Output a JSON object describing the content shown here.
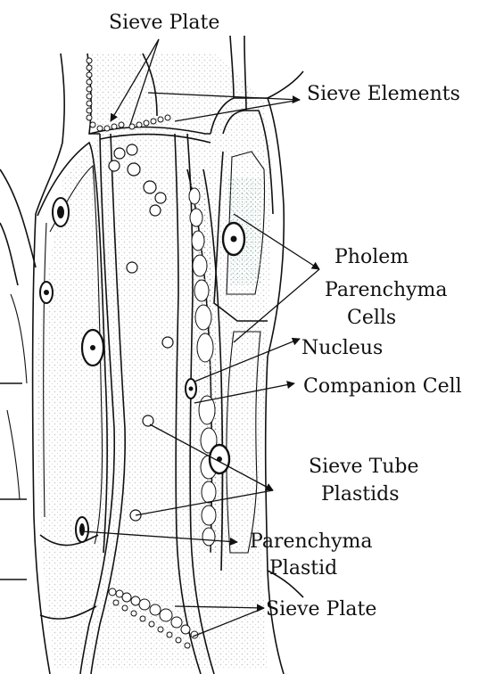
{
  "labels": {
    "sieve_plate_top": "Sieve Plate",
    "sieve_elements": "Sieve Elements",
    "phloem_parenchyma": [
      "Pholem",
      "Parenchyma",
      "Cells"
    ],
    "nucleus": "Nucleus",
    "companion_cell": "Companion Cell",
    "sieve_tube_plastids": [
      "Sieve Tube",
      "Plastids"
    ],
    "parenchyma_plastid": [
      "Parenchyma",
      "Plastid"
    ],
    "sieve_plate_bottom": "Sieve Plate"
  },
  "colors": {
    "ink": "#111111",
    "stipple": "#9a9a9a",
    "stipple_green": "#7fbf9a",
    "background": "#ffffff"
  }
}
